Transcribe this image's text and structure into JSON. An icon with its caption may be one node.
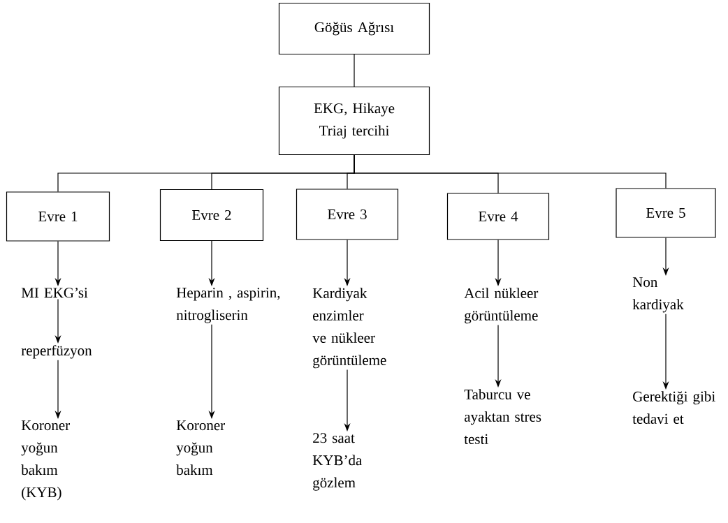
{
  "diagram": {
    "nodes": [
      {
        "text": [
          "Göğüs Ağrısı"
        ]
      },
      {
        "text": [
          "EKG, Hikaye Triaj tercihi"
        ]
      },
      {
        "text": [
          "Evre 1"
        ]
      },
      {
        "text": [
          "Evre 2"
        ]
      },
      {
        "text": [
          "Evre 3"
        ]
      },
      {
        "text": [
          "Evre 4"
        ]
      },
      {
        "text": [
          "Evre 5"
        ]
      },
      {
        "text": [
          "MI EKG’si"
        ]
      },
      {
        "text": [
          "reperfüzyon"
        ]
      },
      {
        "text": [
          "Koroner yoğun bakım (KYB)"
        ]
      },
      {
        "text": [
          "Heparin , aspirin, nitrogliserin"
        ]
      },
      {
        "text": [
          "Koroner yoğun bakım"
        ]
      },
      {
        "text": [
          "Kardiyak enzimler ve nükleer görüntüleme"
        ]
      },
      {
        "text": [
          "23 saat KYB’da gözlem"
        ]
      },
      {
        "text": [
          "Acil nükleer görüntüleme"
        ]
      },
      {
        "text": [
          "Taburcu ve ayaktan stres testi"
        ]
      },
      {
        "text": [
          "Non kardiyak"
        ]
      },
      {
        "text": [
          "Gerektiği gibi tedavi et"
        ]
      }
    ],
    "edges": [
      {
        "from": 0,
        "to": 1,
        "arrow": "none"
      },
      {
        "from": 1,
        "to": 2,
        "arrow": "none"
      },
      {
        "from": 1,
        "to": 3,
        "arrow": "none"
      },
      {
        "from": 1,
        "to": 4,
        "arrow": "none"
      },
      {
        "from": 1,
        "to": 5,
        "arrow": "none"
      },
      {
        "from": 1,
        "to": 6,
        "arrow": "none"
      },
      {
        "from": 2,
        "to": 7,
        "arrow": "to"
      },
      {
        "from": 7,
        "to": 8,
        "arrow": "to"
      },
      {
        "from": 8,
        "to": 9,
        "arrow": "to"
      },
      {
        "from": 3,
        "to": 10,
        "arrow": "to"
      },
      {
        "from": 10,
        "to": 11,
        "arrow": "to"
      },
      {
        "from": 4,
        "to": 12,
        "arrow": "to"
      },
      {
        "from": 12,
        "to": 13,
        "arrow": "to"
      },
      {
        "from": 5,
        "to": 14,
        "arrow": "to"
      },
      {
        "from": 14,
        "to": 15,
        "arrow": "to"
      },
      {
        "from": 6,
        "to": 16,
        "arrow": "to"
      },
      {
        "from": 16,
        "to": 17,
        "arrow": "to"
      }
    ]
  }
}
